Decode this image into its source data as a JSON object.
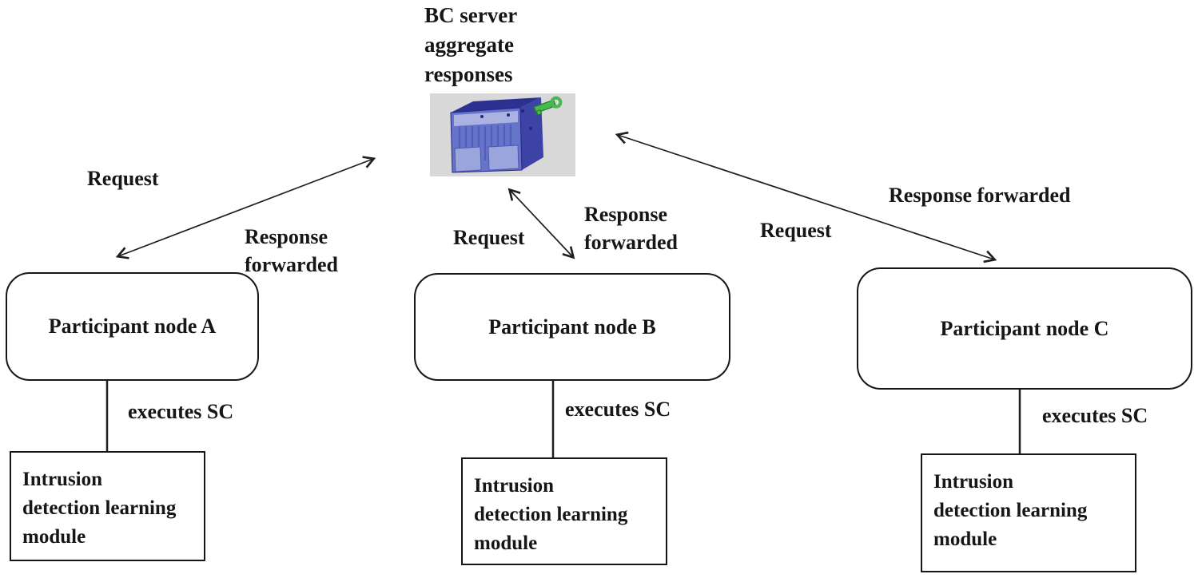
{
  "figure": {
    "type": "federated-learning-blockchain-diagram",
    "server": {
      "caption": "BC server\naggregate\nresponses",
      "icon": "blockchain-server-icon"
    },
    "edges": [
      {
        "side": "left",
        "request_label": "Request",
        "response_label": "Response\nforwarded"
      },
      {
        "side": "middle",
        "request_label": "Request",
        "response_label": "Response\nforwarded"
      },
      {
        "side": "right",
        "request_label": "Request",
        "response_label": "Response forwarded"
      }
    ],
    "nodes": [
      {
        "id": "A",
        "label": "Participant node A",
        "sc_label": "executes SC",
        "module_label": "Intrusion\ndetection learning\nmodule"
      },
      {
        "id": "B",
        "label": "Participant node B",
        "sc_label": "executes SC",
        "module_label": "Intrusion\ndetection learning\nmodule"
      },
      {
        "id": "C",
        "label": "Participant node C",
        "sc_label": "executes SC",
        "module_label": "Intrusion\ndetection learning\nmodule"
      }
    ],
    "colors": {
      "background": "#ffffff",
      "line": "#1f1f1f",
      "box_border": "#161616",
      "text": "#161616",
      "server_bg": "#d8d8d8",
      "server_front": "#6573c9",
      "server_side": "#3c42a6",
      "server_top": "#2c3090",
      "server_panel": "#9aa5dc",
      "server_strip": "#a9b2e1",
      "server_key": "#49b84e"
    }
  }
}
